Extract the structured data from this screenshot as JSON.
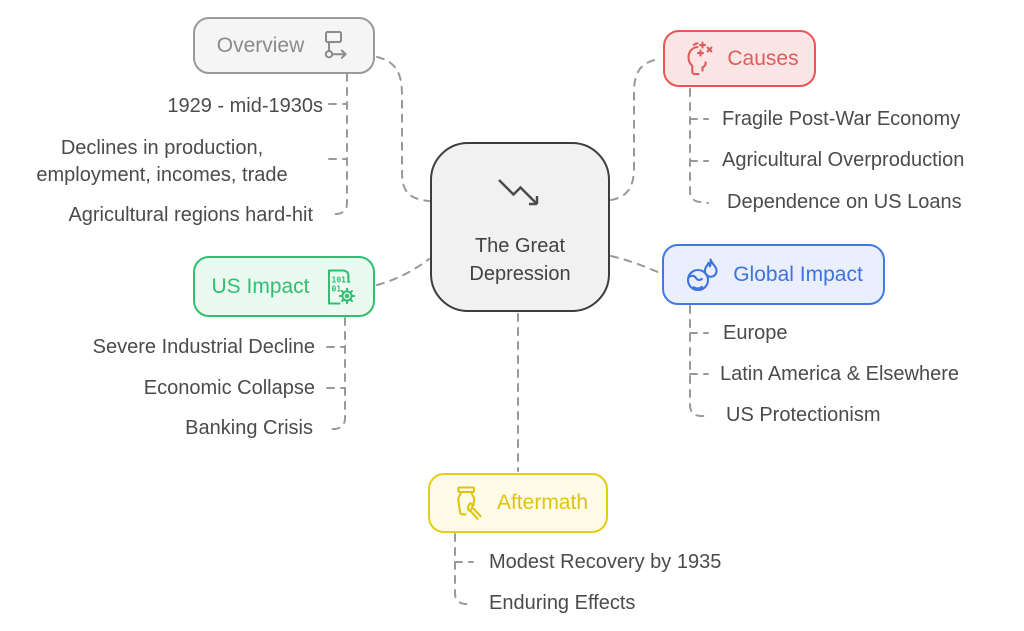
{
  "diagram": {
    "type": "mindmap",
    "background": "#ffffff",
    "connector_color": "#999999",
    "leaf_text_color": "#4b4b4b"
  },
  "center": {
    "label": "The Great Depression",
    "icon": "trend-down-icon",
    "border_color": "#3d3d3d",
    "fill_color": "#f1f1f1",
    "text_color": "#424242"
  },
  "branches": [
    {
      "id": "overview",
      "label": "Overview",
      "icon": "sitemap-icon",
      "border_color": "#9a9a9a",
      "fill_color": "#f5f5f5",
      "text_color": "#8b8b8b",
      "items": [
        "1929 - mid-1930s",
        "Declines in production, employment, incomes, trade",
        "Agricultural regions hard-hit"
      ]
    },
    {
      "id": "causes",
      "label": "Causes",
      "icon": "head-sparks-icon",
      "border_color": "#e85555",
      "fill_color": "#fbe5e5",
      "text_color": "#e05b5b",
      "items": [
        "Fragile Post-War Economy",
        "Agricultural Overproduction",
        "Dependence on US Loans"
      ]
    },
    {
      "id": "us_impact",
      "label": "US Impact",
      "icon": "binary-file-gear-icon",
      "border_color": "#2fbf71",
      "fill_color": "#eafaf1",
      "text_color": "#2fbf71",
      "items": [
        "Severe Industrial Decline",
        "Economic Collapse",
        "Banking Crisis"
      ]
    },
    {
      "id": "global_impact",
      "label": "Global Impact",
      "icon": "globe-flame-icon",
      "border_color": "#4379e6",
      "fill_color": "#e9effc",
      "text_color": "#3e73e0",
      "items": [
        "Europe",
        "Latin America & Elsewhere",
        "US Protectionism"
      ]
    },
    {
      "id": "aftermath",
      "label": "Aftermath",
      "icon": "vase-brush-icon",
      "border_color": "#e6cc12",
      "fill_color": "#fefbe6",
      "text_color": "#dfc40e",
      "items": [
        "Modest Recovery by 1935",
        "Enduring Effects"
      ]
    }
  ]
}
